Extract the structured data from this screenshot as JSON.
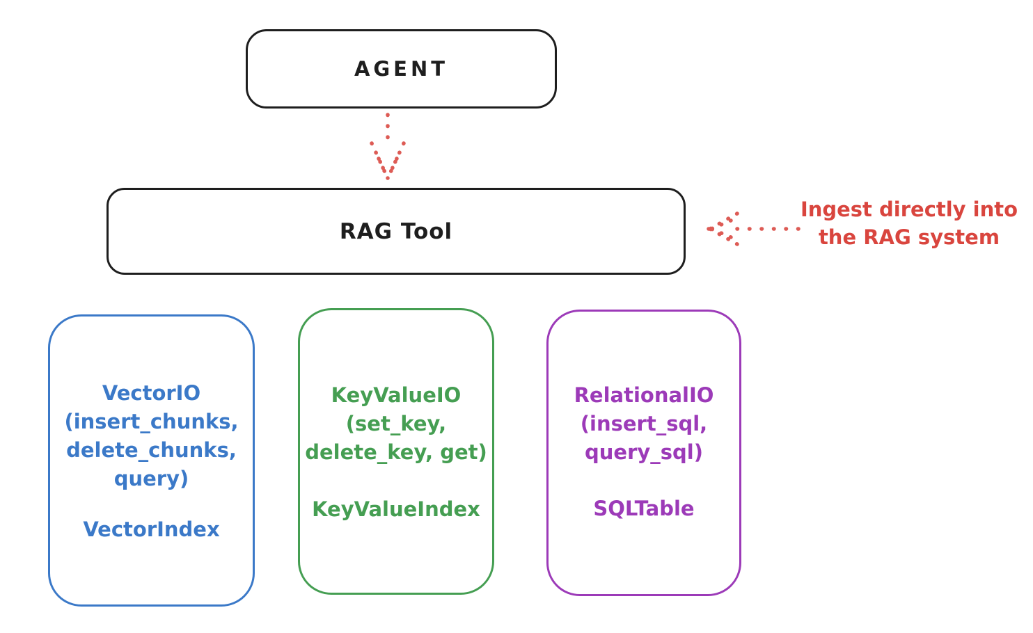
{
  "colors": {
    "background": "#ffffff",
    "ink": "#1e1e1e",
    "red": "#d9453e",
    "blue": "#3b79c8",
    "green": "#459e52",
    "purple": "#9c3ab8"
  },
  "nodes": {
    "agent": {
      "label": "AGENT"
    },
    "rag_tool": {
      "label": "RAG Tool"
    }
  },
  "annotation": {
    "line1": "Ingest directly into",
    "line2": "the RAG system"
  },
  "stores": [
    {
      "id": "vector-io",
      "title": "VectorIO",
      "params_lines": [
        "(insert_chunks,",
        "delete_chunks,",
        "query)"
      ],
      "index_label": "VectorIndex",
      "color": "blue"
    },
    {
      "id": "keyvalue-io",
      "title": "KeyValueIO",
      "params_lines": [
        "(set_key,",
        "delete_key, get)"
      ],
      "index_label": "KeyValueIndex",
      "color": "green"
    },
    {
      "id": "relational-io",
      "title": "RelationalIO",
      "params_lines": [
        "(insert_sql,",
        "query_sql)"
      ],
      "index_label": "SQLTable",
      "color": "purple"
    }
  ],
  "arrows": [
    {
      "id": "agent-to-rag-tool",
      "style": "dotted",
      "direction": "down"
    },
    {
      "id": "ingest-to-rag-tool",
      "style": "dotted",
      "direction": "left"
    }
  ]
}
